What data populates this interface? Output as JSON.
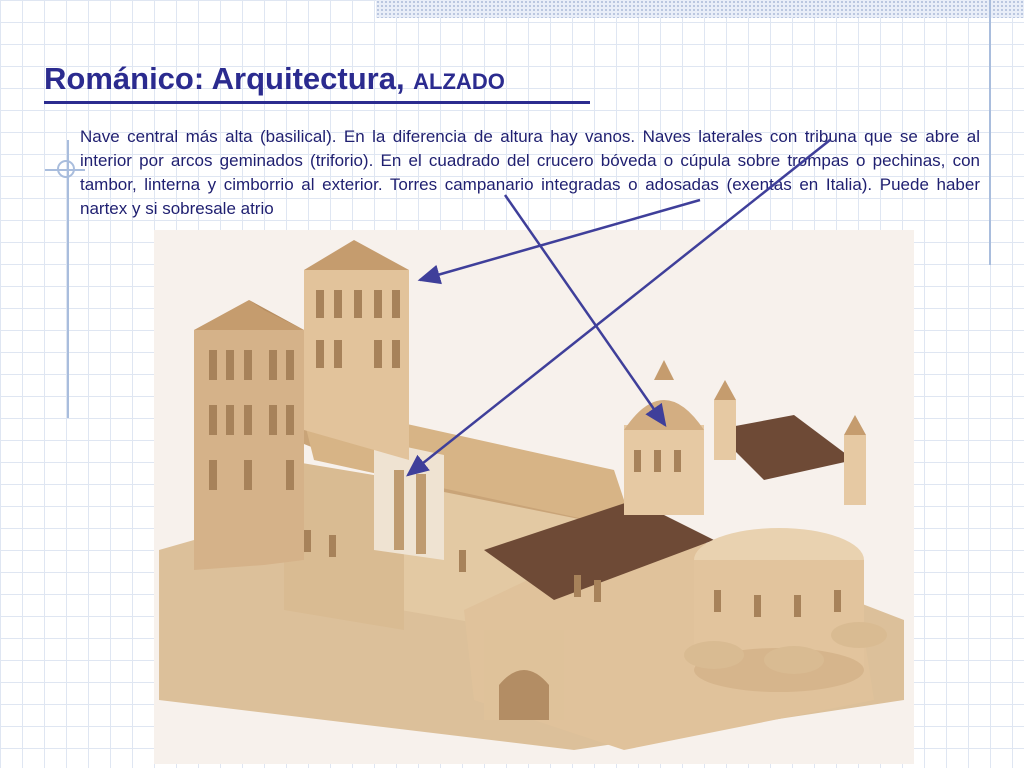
{
  "slide": {
    "title_main": "Románico: Arquitectura, ",
    "title_suffix": "ALZADO",
    "body_text": "Nave central más alta (basilical). En la diferencia de altura hay vanos. Naves laterales con tribuna que se abre al interior por arcos geminados (triforio). En el cuadrado del crucero bóveda o cúpula sobre trompas o pechinas, con tambor, linterna y cimborrio al exterior. Torres campanario integradas o adosadas (exentas en Italia). Puede haber nartex y si sobresale atrio"
  },
  "colors": {
    "title": "#2b2b8f",
    "text": "#1f1f70",
    "arrow": "#3f3f9a",
    "grid": "#dfe6f2",
    "stone": "#d8b48a",
    "roof": "#6e4a36"
  },
  "icons": {
    "arrow_mark": "arrow-icon"
  }
}
